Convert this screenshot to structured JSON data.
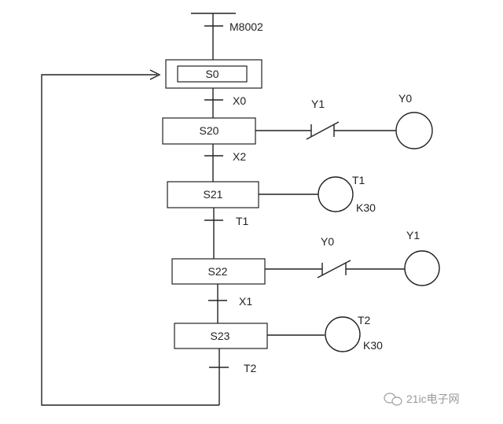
{
  "diagram": {
    "initial_transition": "M8002",
    "initial_step": "S0",
    "steps": [
      {
        "id": "S20",
        "transition_in": "X0",
        "contact": "Y1",
        "contact_type": "NC",
        "coil": "Y0"
      },
      {
        "id": "S21",
        "transition_in": "X2",
        "timer": "T1",
        "preset": "K30"
      },
      {
        "id": "S22",
        "transition_in": "T1",
        "contact": "Y0",
        "contact_type": "NC",
        "coil": "Y1"
      },
      {
        "id": "S23",
        "transition_in": "X1",
        "timer": "T2",
        "preset": "K30"
      }
    ],
    "return_transition": "T2"
  },
  "watermark": {
    "text": "21ic电子网"
  }
}
